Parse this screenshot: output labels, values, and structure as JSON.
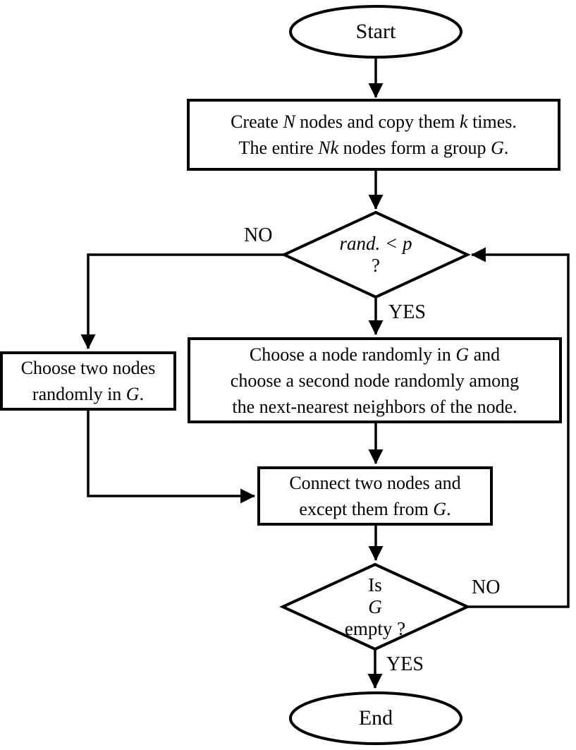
{
  "flowchart": {
    "background_color": "#ffffff",
    "stroke_color": "#000000",
    "nodes": {
      "start": {
        "type": "terminator",
        "label": "Start"
      },
      "create_nodes": {
        "type": "process",
        "lines": [
          [
            {
              "t": "Create "
            },
            {
              "t": "N",
              "i": true
            },
            {
              "t": " nodes and copy them "
            },
            {
              "t": "k",
              "i": true
            },
            {
              "t": " times."
            }
          ],
          [
            {
              "t": "The entire "
            },
            {
              "t": "Nk",
              "i": true
            },
            {
              "t": " nodes form a group "
            },
            {
              "t": "G",
              "i": true
            },
            {
              "t": "."
            }
          ]
        ]
      },
      "rand_decision": {
        "type": "decision",
        "segments": [
          {
            "t": "rand. < p",
            "i": true
          },
          {
            "t": " ?"
          }
        ]
      },
      "choose_two_nodes": {
        "type": "process",
        "lines": [
          [
            {
              "t": "Choose two nodes"
            }
          ],
          [
            {
              "t": "randomly in "
            },
            {
              "t": "G",
              "i": true
            },
            {
              "t": "."
            }
          ]
        ]
      },
      "choose_node_neighbors": {
        "type": "process",
        "lines": [
          [
            {
              "t": "Choose a node randomly in "
            },
            {
              "t": "G",
              "i": true
            },
            {
              "t": " and"
            }
          ],
          [
            {
              "t": "choose a second node randomly among"
            }
          ],
          [
            {
              "t": "the next-nearest neighbors of the node."
            }
          ]
        ]
      },
      "connect_nodes": {
        "type": "process",
        "lines": [
          [
            {
              "t": "Connect two nodes and"
            }
          ],
          [
            {
              "t": "except them from "
            },
            {
              "t": "G",
              "i": true
            },
            {
              "t": "."
            }
          ]
        ]
      },
      "empty_decision": {
        "type": "decision",
        "segments": [
          {
            "t": "Is "
          },
          {
            "t": "G",
            "i": true
          },
          {
            "t": " empty ?"
          }
        ]
      },
      "end": {
        "type": "terminator",
        "label": "End"
      }
    },
    "edge_labels": {
      "rand_no": "NO",
      "rand_yes": "YES",
      "empty_no": "NO",
      "empty_yes": "YES"
    }
  }
}
